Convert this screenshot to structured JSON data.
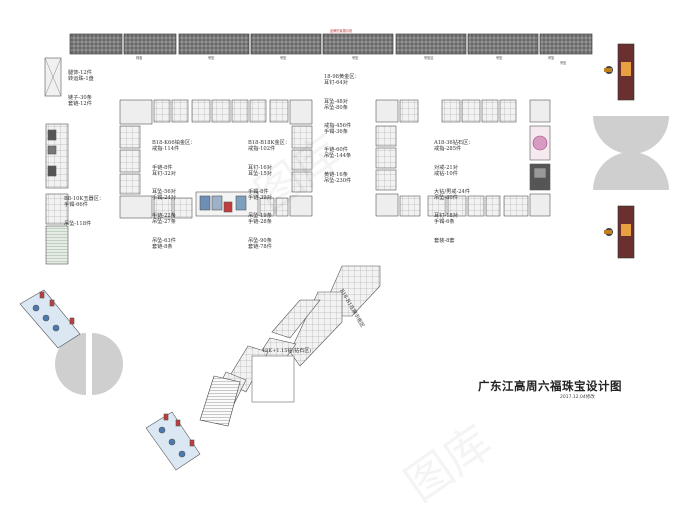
{
  "title": "广东江高周六福珠宝设计图",
  "date": "2017.12.04修改",
  "watermark": "图库",
  "zones": [
    {
      "id": "left-top",
      "lines": [
        "腿饰-12件",
        "转运珠-1盘",
        "链子-30条",
        "套链-12件"
      ]
    },
    {
      "id": "c1",
      "lines": [
        "B18-K66铂金区：",
        "戒指-114件",
        "手链-8件",
        "耳钉-32对",
        "耳坠-56对",
        "手镯-24对",
        "手链-22条",
        "吊坠-27条",
        "吊坠-63件",
        "套链-8条"
      ]
    },
    {
      "id": "c2",
      "lines": [
        "B18-B18K金区：",
        "戒指-102件",
        "耳钉-16对",
        "耳坠-15对",
        "手镯-8件",
        "手链-39对",
        "吊坠-19条",
        "手链-28条",
        "吊坠-90条",
        "套链-78件"
      ]
    },
    {
      "id": "c3",
      "lines": [
        "18-98黄金区：",
        "耳钉-64对",
        "耳坠-48对",
        "吊坠-80条",
        "戒指-456件",
        "手镯-36条",
        "手链-60件",
        "吊坠-144条",
        "黄链-16条",
        "吊坠-230件"
      ]
    },
    {
      "id": "c4",
      "lines": [
        "A18-36钻石区：",
        "戒指-285件",
        "对戒-21对",
        "戒钻-10件",
        "大钻/男戒-24件",
        "吊坠-80件",
        "耳钉-18对",
        "手镯-6条",
        "套装-8套"
      ]
    },
    {
      "id": "left-mid",
      "lines": [
        "B8-10K玉器区：",
        "手镯-66件",
        "吊坠-118件"
      ]
    }
  ],
  "diag_labels": [
    "B18-B1在展示柜区",
    "18K+1.15钻(钻石区)"
  ],
  "top_counter_labels": [
    "珠宝",
    "吊坠",
    "吊坠",
    "吊坠",
    "吊坠区",
    "吊坠",
    "吊坠",
    "吊坠"
  ],
  "central_counter_label": "品牌形象展示柜"
}
